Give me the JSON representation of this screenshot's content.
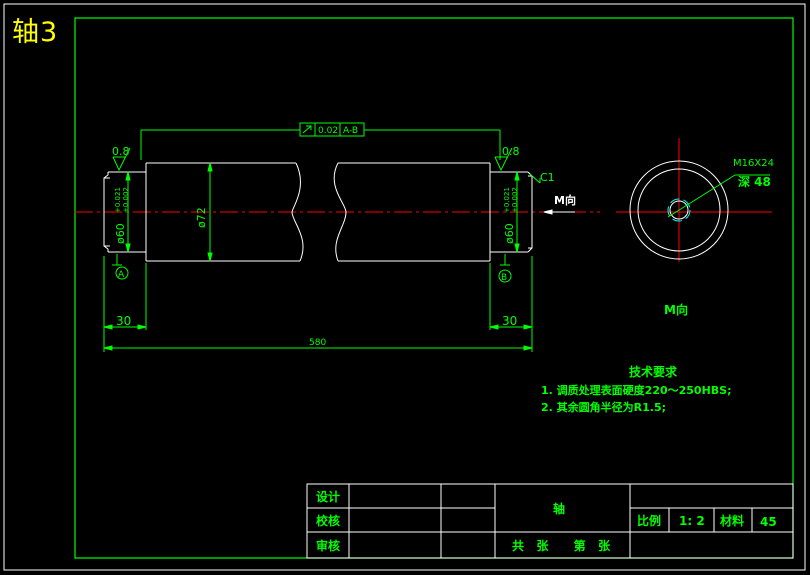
{
  "title": "轴3",
  "drawing": {
    "shaft": {
      "dim_total": "580",
      "dim_left_journal": "30",
      "dim_right_journal": "30",
      "dia_main": "ø72",
      "dia_left": "ø60",
      "dia_right": "ø60",
      "tol_upper": "+0.021",
      "tol_lower": "+0.002",
      "roughness_left": "0.8",
      "roughness_right": "0.8",
      "chamfer": "C1",
      "datum_a": "A",
      "datum_b": "B",
      "runout_tolerance": "0.02",
      "runout_datum": "A-B",
      "view_arrow_label": "M向"
    },
    "end_view": {
      "thread": "M16X24",
      "depth": "深 48",
      "label": "M向"
    },
    "tech_requirements": {
      "title": "技术要求",
      "items": [
        "1. 调质处理表面硬度220～250HBS;",
        "2. 其余圆角半径为R1.5;"
      ]
    }
  },
  "title_block": {
    "design_label": "设计",
    "check_label": "校核",
    "review_label": "审核",
    "part_name": "轴",
    "sheet_count": "共   张      第   张",
    "scale_label": "比例",
    "scale_value": "1: 2",
    "material_label": "材料",
    "material_value": "45"
  },
  "colors": {
    "background": "#000000",
    "frame": "#00ff00",
    "outline": "#ffffff",
    "centerline": "#ff0000",
    "text_green": "#00ff00",
    "dimension": "#00ffff",
    "heading": "#ffff00"
  }
}
